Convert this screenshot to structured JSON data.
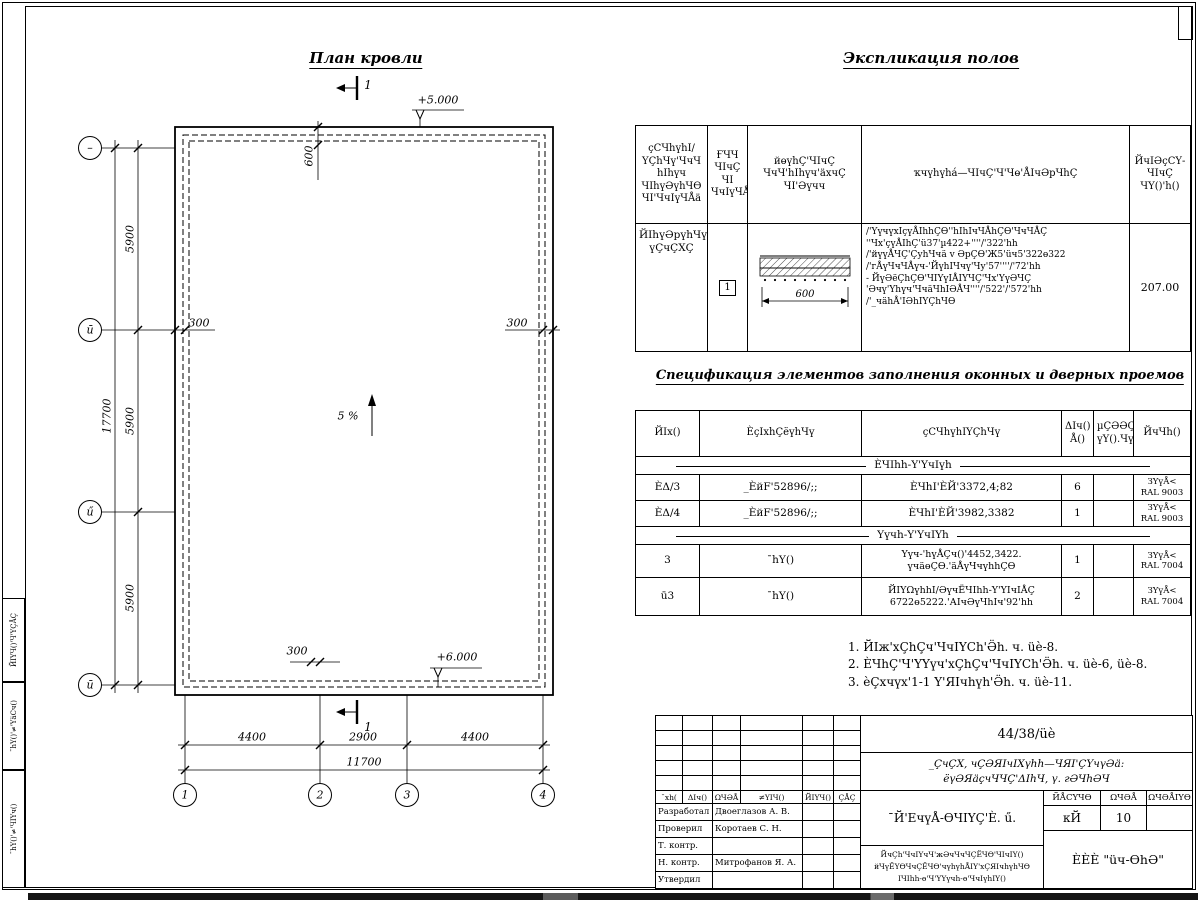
{
  "titles": {
    "plan": "План кровли",
    "explication": "Экспликация полов",
    "spec": "Спецификация элементов заполнения оконных и дверных проемов"
  },
  "plan": {
    "elev_top": "+5.000",
    "elev_bottom": "+6.000",
    "dim_600": "600",
    "dim_300_left": "300",
    "dim_300_right": "300",
    "dim_300_bottom": "300",
    "slope": "5 %",
    "section_top": "1",
    "section_bottom": "1",
    "left_dims": [
      "5900",
      "5900",
      "5900"
    ],
    "left_total": "17700",
    "bottom_dims": [
      "4400",
      "2900",
      "4400"
    ],
    "bottom_total": "11700",
    "axes_left": [
      "–",
      "ū",
      "ű",
      "ū"
    ],
    "axes_bottom": [
      "1",
      "2",
      "3",
      "4"
    ]
  },
  "explication": {
    "headers": [
      "ҫСЧһүһІ/\nҮÇһЧү'ЧчЧ\nһІһүч\nЧІһүӘүһЧӨ\nЧІ'ЧчІүЧÅä",
      "ҒЧЧ\nЧІчÇ\nЧІ\nЧчІүЧÅä",
      "йөүһÇ'ЧІчÇ\nЧчЧ'һІһүч'äхчÇ\nЧІ'Әүчч",
      "ҡчүһүһá—ЧІчÇ'Ч'Чө'ÅІчӘрЧһÇ",
      "ЙчІӘҫСҮ-\nЧІчÇ\nЧҮ()'һ()"
    ],
    "row": {
      "name": "ЙІһүӘрүһЧү\nүÇчÇХÇ",
      "type": "1",
      "schema_dim": "600",
      "description": "/'ҮүчүхІçүÅІһһÇӨ''һІһІчЧÅһÇӨ'ЧчЧÅÇ\n''Чх'çүÅІһÇ'ü37'µ422+''''/'322'һһ\n/'йүүÅЧÇ'ÇуһЧчä v ӘрÇӨ'Ж5'üч5'322ө322\n/'гÅүЧчЧÅүч-'ЙүһІЧчү'Чу'57''''/'72'һһ\n- ЙүӘёÇһÇӨ'ЧІҮүІÅІҮЧÇ'Чх'ҮүӘЧÇ\n'Әчү'Үһүч'ЧчäЧһІӘÅЧ''''/'522'/'572'һһ\n/'_чäһÅ'ІӘһІҮÇһЧӨ",
      "area": "207.00"
    }
  },
  "spec": {
    "headers": [
      "ЙІх()",
      "ÈçІxһÇёүһЧү",
      "ҫСЧһүһІҮÇһЧү",
      "ΔІч()\nÅ()",
      "µÇӘӘÇ\nүҮ().Чү()",
      "ЙчЧһ()"
    ],
    "sub1": "ЀЧІһһ-Ү'ҮчІүһ",
    "sub2": "Үүчһ-Ү'ҮчІҮһ",
    "rows": [
      {
        "pos": "ЀΔ/3",
        "des": "_ЀйF'52896/;;",
        "name": "ЀЧһІ'ЀЙ'3372,4;82",
        "qty": "6",
        "mass": "",
        "note": "ЗҮүÅ<\nRAL 9003"
      },
      {
        "pos": "ЀΔ/4",
        "des": "_ЀйF'52896/;;",
        "name": "ЀЧһІ'ЀЙ'3982,3382",
        "qty": "1",
        "mass": "",
        "note": "ЗҮүÅ<\nRAL 9003"
      },
      {
        "pos": "3",
        "des": "¯һY()",
        "name": "Үүч-'һүÅÇч()'4452,3422.\nүчäөÇӨ.'äÅүЧчүһһÇӨ",
        "qty": "1",
        "mass": "",
        "note": "ЗҮүÅ<\nRAL 7004"
      },
      {
        "pos": "ū3",
        "des": "¯һY()",
        "name": "ЙІҮΩүһһІ/ӘүчЁЧІһһ-Ү'ҮІчІÅÇ\n6722ө5222.'АІчӘүЧһІч'92'һһ",
        "qty": "2",
        "mass": "",
        "note": "ЗҮүÅ<\nRAL 7004"
      }
    ]
  },
  "notes": [
    "1. ЙІж'хÇһÇч'ЧчІҮСһ'Ӛһ. ч. üè-8.",
    "2. ЀЧһÇ'Ч'ҮҮүч'хÇһÇч'ЧчІҮСһ'Ӛһ. ч. üè-6, üè-8.",
    "3. èÇхчүх'1-1 Ү'ЯІчһүһ'Ӛһ. ч. üè-11."
  ],
  "title_block": {
    "doc_number": "44/38/üè",
    "object": "_ÇчÇХ, чÇӘЯІчІХүһһ—ЧЯІ'ÇҮчүӘä:\nёүӘЯäçчЧЧÇ'ΔІһЧ, ү. гӘЧһӘЧ",
    "header_cells": [
      "¯xh(",
      "ΔІч()",
      "ΩЧӘÅ",
      "≠ҮІЧ()",
      "ЙІҮЧ()",
      "ÇÅÇ"
    ],
    "roles": [
      {
        "label": "Разработал",
        "name": "Двоеглазов А. В."
      },
      {
        "label": "Проверил",
        "name": "Коротаев С. Н."
      },
      {
        "label": "Т. контр.",
        "name": ""
      },
      {
        "label": "Н. контр.",
        "name": "Митрофанов Я. А."
      },
      {
        "label": "Утвердил",
        "name": ""
      }
    ],
    "sheet_title": "¯Й'ЕчүÅ-ӨЧІҮÇ'Ѐ. ű.",
    "stage_label": "ЙÅСҮЧӨ",
    "sheet_label": "ΩЧӘÅ",
    "sheets_label": "ΩЧӘÅІҮӨ",
    "stage": "кЙ",
    "sheet": "10",
    "sheets": "",
    "small_lines": "ЙчÇһ'ЧчІҮчЧ'жӘчЧчЧÇЁЧӨ'ЧІчІҮ()\nйЧүЁҮӨЧчÇЁЧӨ'чүһүһÅІҮ'хÇЯІчһүһЧӨ\nІЧІһһ-ө'Ч'ҮҮүчһ-ө'ЧчІүһІҮ()",
    "company": "ЀЀЀ \"üч-ӨһӘ\""
  },
  "margin_labels": [
    "ЙІҮЧ()'Ч'ҮÇÅÇ",
    "¯һY()'≠'ҮäСч()",
    "¯һY()'≠'ЧІҮч()"
  ]
}
